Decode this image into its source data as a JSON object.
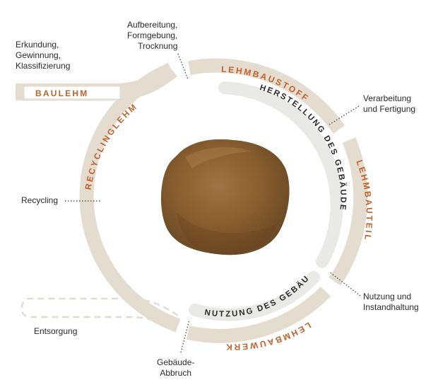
{
  "colors": {
    "ring": "#e3dccf",
    "ring_inner": "#e9e9e7",
    "accent": "#c0622c",
    "dark_text": "#2b2b2b",
    "soil": "#8a5a2b"
  },
  "ring_labels": {
    "lehmbaustoff": "LEHMBAUSTOFF",
    "lehmbauteil": "LEHMBAUTEIL",
    "lehmbauwerk": "LEHMBAUWERK",
    "recyclinglehm": "RECYCLINGLEHM",
    "baulehm": "BAULEHM"
  },
  "inner_labels": {
    "herstellung": "HERSTELLUNG DES GEBÄUDES",
    "nutzung": "NUTZUNG DES GEBÄUDES"
  },
  "annotations": {
    "erkundung": [
      "Erkundung,",
      "Gewinnung,",
      "Klassifizierung"
    ],
    "aufbereitung": [
      "Aufbereitung,",
      "Formgebung,",
      "Trocknung"
    ],
    "verarbeitung": [
      "Verarbeitung",
      "und Fertigung"
    ],
    "recycling": [
      "Recycling"
    ],
    "nutzung_instand": [
      "Nutzung und",
      "Instandhaltung"
    ],
    "entsorgung": [
      "Entsorgung"
    ],
    "abbruch": [
      "Gebäude-",
      "Abbruch"
    ]
  },
  "center_image": "soil-pile"
}
